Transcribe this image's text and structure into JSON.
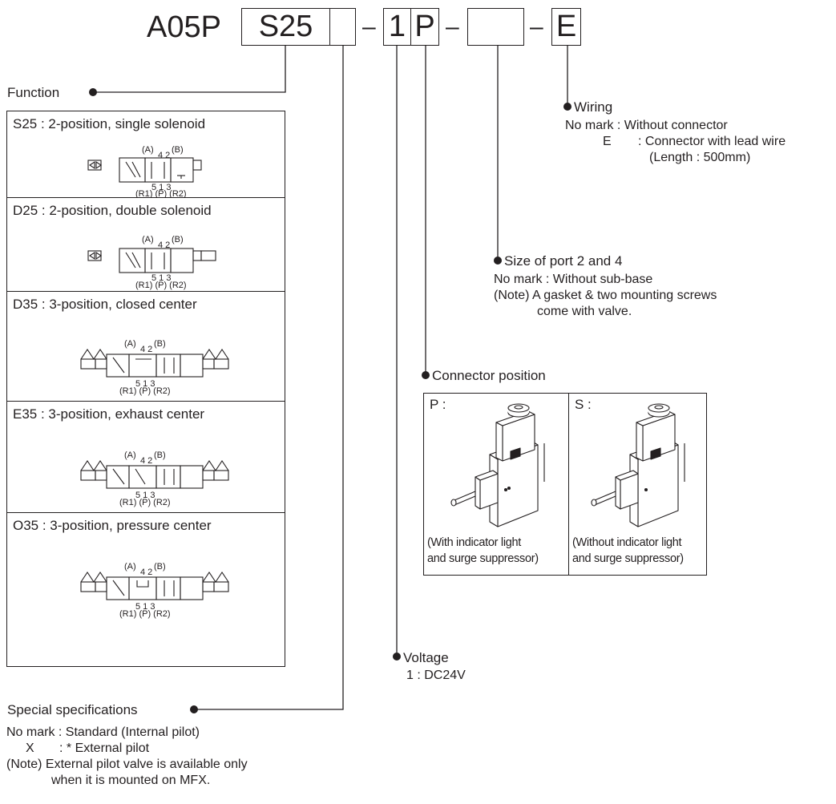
{
  "model_code": {
    "prefix": "A05P",
    "function_code": "S25",
    "special_code": "",
    "voltage_code": "1",
    "connector_code": "P",
    "port_code": "",
    "wiring_code": "E",
    "dash": "–"
  },
  "function": {
    "heading": "Function",
    "options": [
      {
        "label": "S25 : 2-position, single solenoid"
      },
      {
        "label": "D25 : 2-position, double solenoid"
      },
      {
        "label": "D35 : 3-position, closed center"
      },
      {
        "label": "E35 : 3-position, exhaust center"
      },
      {
        "label": "O35 : 3-position, pressure center"
      }
    ],
    "port_labels": {
      "a": "(A)",
      "b": "(B)",
      "top_nums": "4 2",
      "bottom_nums": "5 1 3",
      "bottom_names": "(R1) (P) (R2)"
    }
  },
  "wiring": {
    "heading": "Wiring",
    "no_mark": "No mark : Without connector",
    "e_code": "E",
    "e_desc": ": Connector with lead wire",
    "e_length": "(Length : 500mm)"
  },
  "port_size": {
    "heading": "Size of port 2 and 4",
    "no_mark": "No mark : Without sub-base",
    "note_line1": "(Note) A gasket & two mounting screws",
    "note_line2": "come with valve."
  },
  "connector_position": {
    "heading": "Connector position",
    "options": [
      {
        "label": "P :",
        "caption1": "(With indicator light",
        "caption2": "and surge suppressor)"
      },
      {
        "label": "S :",
        "caption1": "(Without indicator light",
        "caption2": "and surge suppressor)"
      }
    ]
  },
  "voltage": {
    "heading": "Voltage",
    "option": "1 : DC24V"
  },
  "special": {
    "heading": "Special specifications",
    "no_mark": "No mark : Standard (Internal pilot)",
    "x_code": "X",
    "x_desc": ": * External pilot",
    "note_line1": "(Note) External pilot valve is available only",
    "note_line2": "when it is mounted on MFX."
  }
}
